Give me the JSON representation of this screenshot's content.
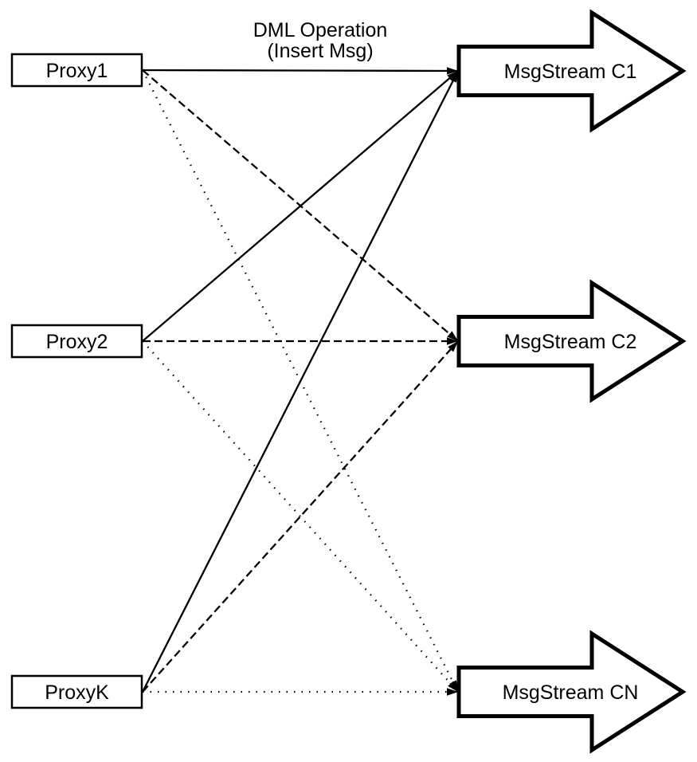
{
  "diagram": {
    "background_color": "#ffffff",
    "stroke_color": "#000000",
    "fill_color": "#ffffff",
    "title": {
      "line1": "DML Operation",
      "line2": "(Insert Msg)"
    },
    "proxies": [
      {
        "id": "proxy1",
        "label": "Proxy1"
      },
      {
        "id": "proxy2",
        "label": "Proxy2"
      },
      {
        "id": "proxyk",
        "label": "ProxyK"
      }
    ],
    "streams": [
      {
        "id": "c1",
        "label": "MsgStream C1"
      },
      {
        "id": "c2",
        "label": "MsgStream C2"
      },
      {
        "id": "cn",
        "label": "MsgStream CN"
      }
    ],
    "edges": [
      {
        "from": "proxy1",
        "to": "c1",
        "style": "solid"
      },
      {
        "from": "proxy2",
        "to": "c1",
        "style": "solid"
      },
      {
        "from": "proxyk",
        "to": "c1",
        "style": "solid"
      },
      {
        "from": "proxy1",
        "to": "c2",
        "style": "dashed"
      },
      {
        "from": "proxy2",
        "to": "c2",
        "style": "dashed"
      },
      {
        "from": "proxyk",
        "to": "c2",
        "style": "dashed"
      },
      {
        "from": "proxy1",
        "to": "cn",
        "style": "dotted"
      },
      {
        "from": "proxy2",
        "to": "cn",
        "style": "dotted"
      },
      {
        "from": "proxyk",
        "to": "cn",
        "style": "dotted"
      }
    ]
  }
}
